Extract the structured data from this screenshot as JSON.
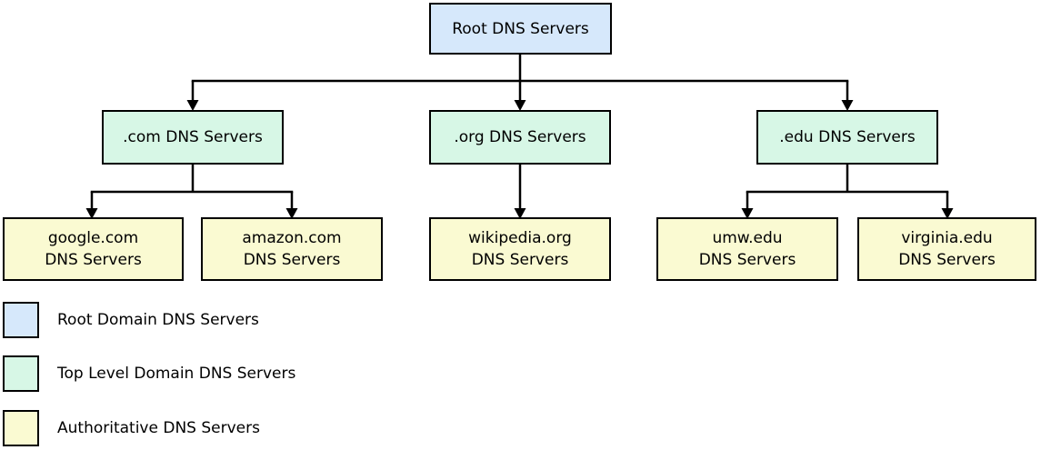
{
  "nodes": {
    "root": {
      "label": "Root DNS Servers"
    },
    "tld": [
      {
        "label": ".com DNS Servers"
      },
      {
        "label": ".org DNS Servers"
      },
      {
        "label": ".edu DNS Servers"
      }
    ],
    "authoritative": [
      {
        "line1": "google.com",
        "line2": "DNS Servers"
      },
      {
        "line1": "amazon.com",
        "line2": "DNS Servers"
      },
      {
        "line1": "wikipedia.org",
        "line2": "DNS Servers"
      },
      {
        "line1": "umw.edu",
        "line2": "DNS Servers"
      },
      {
        "line1": "virginia.edu",
        "line2": "DNS Servers"
      }
    ]
  },
  "colors": {
    "root_fill": "#d6e8fb",
    "tld_fill": "#d7f7e6",
    "authoritative_fill": "#fafad2",
    "border": "#000000",
    "connector": "#000000"
  },
  "legend": {
    "items": [
      {
        "label": "Root Domain DNS Servers",
        "color": "#d6e8fb"
      },
      {
        "label": "Top Level Domain DNS Servers",
        "color": "#d7f7e6"
      },
      {
        "label": "Authoritative DNS Servers",
        "color": "#fafad2"
      }
    ]
  }
}
